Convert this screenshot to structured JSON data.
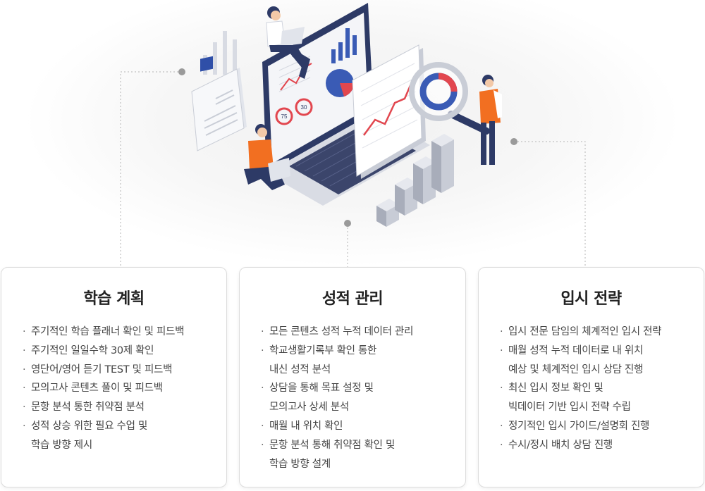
{
  "colors": {
    "navy": "#2d3a66",
    "orange": "#f26f21",
    "red": "#e2474f",
    "blue": "#3a5bb5",
    "grey": "#c5c9d3",
    "card_border": "#dcdcdc"
  },
  "illustration": {
    "gauge_left_value": "75",
    "gauge_right_value": "30"
  },
  "cards": [
    {
      "title": "학습 계획",
      "items": [
        [
          "주기적인 학습 플래너 확인 및 피드백"
        ],
        [
          "주기적인 일일수학 30제 확인"
        ],
        [
          "영단어/영어 듣기 TEST 및 피드백"
        ],
        [
          "모의고사 콘텐츠 풀이 및 피드백"
        ],
        [
          "문항 분석 통한 취약점 분석"
        ],
        [
          "성적 상승 위한 필요 수업 및",
          "학습 방향 제시"
        ]
      ]
    },
    {
      "title": "성적 관리",
      "items": [
        [
          "모든 콘텐츠 성적 누적 데이터 관리"
        ],
        [
          "학교생활기록부 확인 통한",
          "내신 성적 분석"
        ],
        [
          "상담을 통해 목표 설정 및",
          "모의고사 상세 분석"
        ],
        [
          "매월 내 위치 확인"
        ],
        [
          "문항 분석 통해 취약점 확인 및",
          "학습 방향 설계"
        ]
      ]
    },
    {
      "title": "입시 전략",
      "items": [
        [
          "입시 전문 담임의 체계적인 입시 전략"
        ],
        [
          "매월 성적 누적 데이터로 내 위치",
          "예상 및 체계적인 입시 상담 진행"
        ],
        [
          "최신 입시 정보 확인 및",
          "빅데이터 기반 입시 전략 수립"
        ],
        [
          "정기적인 입시 가이드/설명회 진행"
        ],
        [
          "수시/정시 배치 상담 진행"
        ]
      ]
    }
  ]
}
